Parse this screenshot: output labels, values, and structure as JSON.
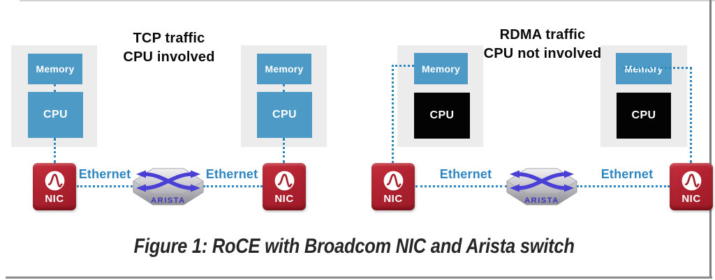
{
  "figure": {
    "caption": "Figure 1: RoCE with Broadcom NIC and Arista switch"
  },
  "sections": {
    "tcp": {
      "title1": "TCP traffic",
      "title2": "CPU involved"
    },
    "rdma": {
      "title1": "RDMA traffic",
      "title2": "CPU not involved"
    }
  },
  "labels": {
    "memory": "Memory",
    "cpu": "CPU",
    "nic": "NIC",
    "ethernet": "Ethernet",
    "arista": "ARISTA"
  },
  "icons": {
    "nic": "broadcom-pulse-icon",
    "switch": "arista-switch-icon"
  },
  "colors": {
    "box_blue": "#4d9ac6",
    "cpu_black": "#000000",
    "host_panel_gray": "#ececec",
    "nic_red": "#b32430",
    "connection_blue": "#2e86c1",
    "switch_arrow_purple": "#4b40d6",
    "arista_text_blue": "#3d33c4",
    "caption_text": "#262626"
  }
}
